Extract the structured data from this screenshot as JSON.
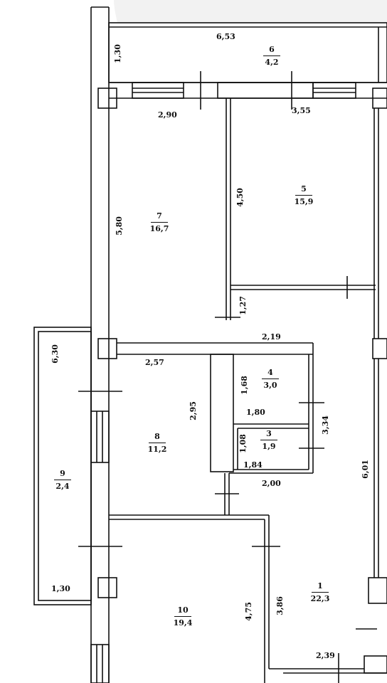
{
  "colors": {
    "wall": "#111111",
    "background": "#ffffff",
    "shade": "#eeeeee"
  },
  "rooms": [
    {
      "num": "1",
      "area": "22,3"
    },
    {
      "num": "3",
      "area": "1,9"
    },
    {
      "num": "4",
      "area": "3,0"
    },
    {
      "num": "5",
      "area": "15,9"
    },
    {
      "num": "6",
      "area": "4,2"
    },
    {
      "num": "7",
      "area": "16,7"
    },
    {
      "num": "8",
      "area": "11,2"
    },
    {
      "num": "9",
      "area": "2,4"
    },
    {
      "num": "10",
      "area": "19,4"
    }
  ],
  "dims": {
    "d653": "6,53",
    "d130a": "1,30",
    "d290": "2,90",
    "d355": "3,55",
    "d450": "4,50",
    "d580": "5,80",
    "d127": "1,27",
    "d219": "2,19",
    "d630": "6,30",
    "d257": "2,57",
    "d168": "1,68",
    "d180": "1,80",
    "d295": "2,95",
    "d334": "3,34",
    "d108": "1,08",
    "d184": "1,84",
    "d200": "2,00",
    "d601": "6,01",
    "d130b": "1,30",
    "d475": "4,75",
    "d386": "3,86",
    "d239": "2,39"
  }
}
